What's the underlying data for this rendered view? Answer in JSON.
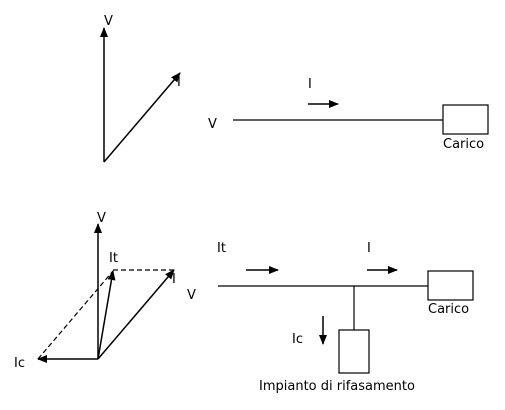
{
  "diagram_top": {
    "phasor_labels": {
      "voltage": "V",
      "current": "I"
    },
    "circuit": {
      "current_label": "I",
      "voltage_label": "V",
      "load_label": "Carico"
    }
  },
  "diagram_bottom": {
    "phasor_labels": {
      "voltage": "V",
      "total_current": "It",
      "load_current": "I",
      "capacitor_current": "Ic"
    },
    "circuit": {
      "total_current_label": "It",
      "load_current_label": "I",
      "voltage_label": "V",
      "load_label": "Carico",
      "capacitor_current_label": "Ic",
      "compensation_label": "Impianto di rifasamento"
    }
  },
  "colors": {
    "stroke": "#000000",
    "background": "#ffffff"
  }
}
